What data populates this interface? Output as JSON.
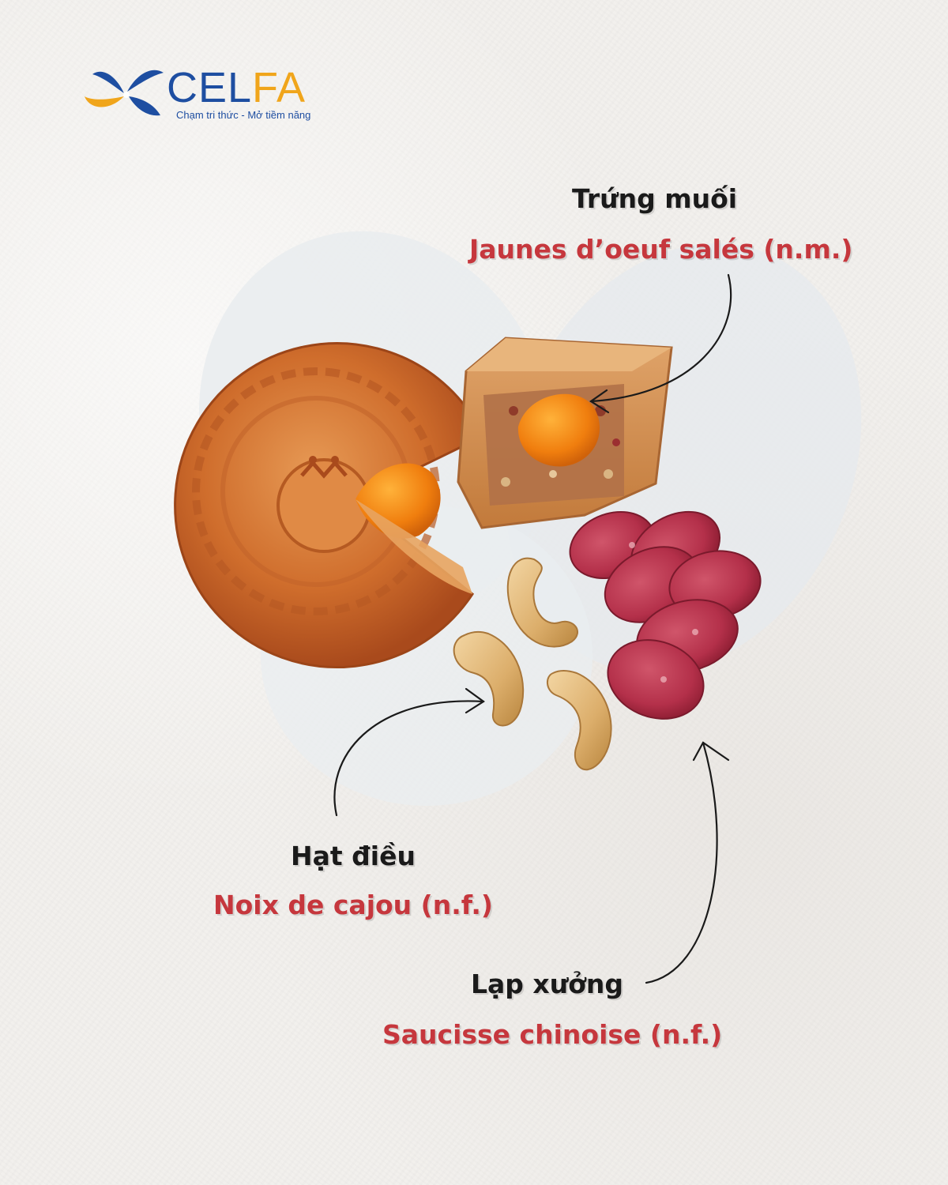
{
  "brand": {
    "name_part1": "CEL",
    "name_part2": "FA",
    "tagline": "Chạm tri thức - Mở tiềm năng",
    "colors": {
      "blue": "#1e4ea1",
      "orange": "#f0a51b"
    }
  },
  "labels": {
    "egg_vi": "Trứng muối",
    "egg_fr": "Jaunes d’oeuf salés (n.m.)",
    "cashew_vi": "Hạt điều",
    "cashew_fr": "Noix de cajou (n.f.)",
    "sausage_vi": "Lạp xưởng",
    "sausage_fr": "Saucisse chinoise (n.f.)"
  },
  "colors": {
    "vietnamese_text": "#1a1a1a",
    "french_text": "#c6373d"
  }
}
